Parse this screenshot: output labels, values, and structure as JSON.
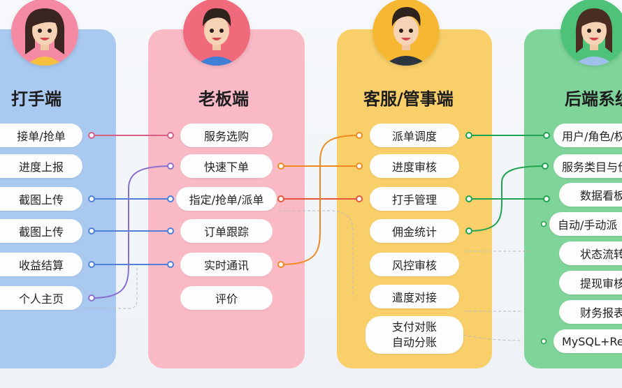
{
  "columns": [
    {
      "title": "打手端",
      "items": [
        "接单/抢单",
        "进度上报",
        "截图上传",
        "截图上传",
        "收益结算",
        "个人主页"
      ]
    },
    {
      "title": "老板端",
      "items": [
        "服务选购",
        "快速下单",
        "指定/抢单/派单",
        "订单跟踪",
        "实时通讯",
        "评价"
      ]
    },
    {
      "title": "客服/管事端",
      "items": [
        "派单调度",
        "进度审核",
        "打手管理",
        "佣金统计",
        "风控审核",
        "遣度对接"
      ],
      "last_item": [
        "支付对账",
        "自动分账"
      ]
    },
    {
      "title": "后端系统",
      "items": [
        "用户/角色/权",
        "服务类目与价",
        "数据看板",
        "自动/手动派",
        "状态流转",
        "提现审核",
        "财务报表",
        "MySQL+Redis"
      ]
    }
  ],
  "colors": {
    "col1_bg": "#a9c9f1",
    "col2_bg": "#f9bac6",
    "col3_bg": "#f8cf69",
    "col4_bg": "#7fd49a",
    "link_pink": "#d95f86",
    "link_blue": "#4f7fd9",
    "link_purple": "#8a6fd0",
    "link_orange": "#f08a1e",
    "link_green": "#1ea350"
  },
  "avatars": [
    "girl-avatar",
    "boy-avatar",
    "young-man-avatar",
    "woman-avatar"
  ]
}
